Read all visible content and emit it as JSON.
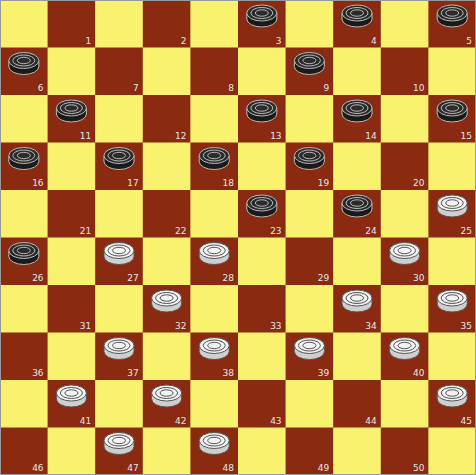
{
  "diagram": {
    "labels": [
      "1",
      "2",
      "3",
      "4",
      "5",
      "6",
      "7",
      "8",
      "9",
      "10",
      "11",
      "12",
      "13",
      "14",
      "15",
      "16",
      "17",
      "18",
      "19",
      "20",
      "21",
      "22",
      "23",
      "24",
      "25",
      "26",
      "27",
      "28",
      "29",
      "30",
      "31",
      "32",
      "33",
      "34",
      "35",
      "36",
      "37",
      "38",
      "39",
      "40",
      "41",
      "42",
      "43",
      "44",
      "45",
      "46",
      "47",
      "48",
      "49",
      "50"
    ]
  }
}
